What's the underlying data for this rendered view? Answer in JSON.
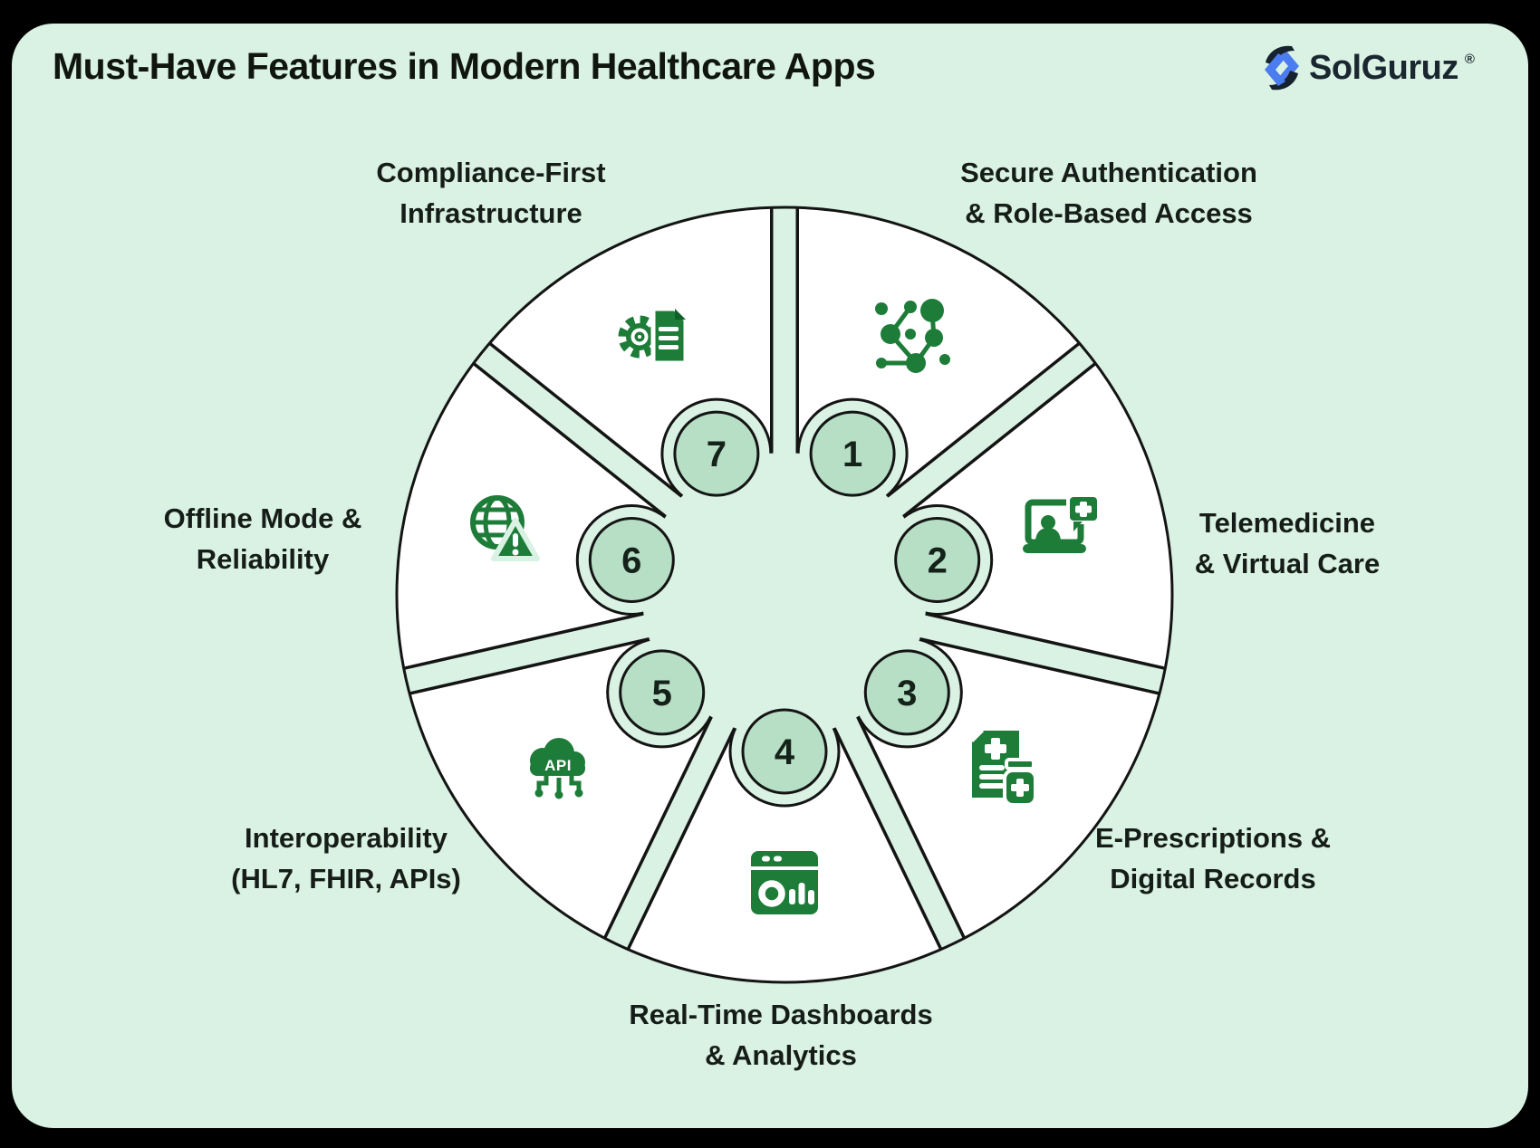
{
  "title": "Must-Have Features in Modern Healthcare Apps",
  "brand": {
    "name": "SolGuruz",
    "registered_mark": "®"
  },
  "colors": {
    "frame": "#000000",
    "background": "#d9f2e3",
    "segment_fill": "#ffffff",
    "outline": "#141414",
    "number_circle_fill": "#b6dfc5",
    "icon_green": "#1e7c39",
    "text_dark": "#161d18",
    "logo_blue": "#4b7cf0",
    "logo_dark": "#16232e"
  },
  "diagram": {
    "api_label": "API",
    "segments": [
      {
        "number": "1",
        "label_line1": "Secure Authentication",
        "label_line2": "& Role-Based Access",
        "icon": "network-nodes-icon"
      },
      {
        "number": "2",
        "label_line1": "Telemedicine",
        "label_line2": "& Virtual Care",
        "icon": "telemedicine-laptop-icon"
      },
      {
        "number": "3",
        "label_line1": "E-Prescriptions &",
        "label_line2": "Digital Records",
        "icon": "prescription-records-icon"
      },
      {
        "number": "4",
        "label_line1": "Real-Time Dashboards",
        "label_line2": "& Analytics",
        "icon": "dashboard-analytics-icon"
      },
      {
        "number": "5",
        "label_line1": "Interoperability",
        "label_line2": "(HL7, FHIR, APIs)",
        "icon": "api-cloud-icon"
      },
      {
        "number": "6",
        "label_line1": "Offline Mode &",
        "label_line2": "Reliability",
        "icon": "globe-warning-icon"
      },
      {
        "number": "7",
        "label_line1": "Compliance-First",
        "label_line2": "Infrastructure",
        "icon": "gear-document-icon"
      }
    ]
  }
}
